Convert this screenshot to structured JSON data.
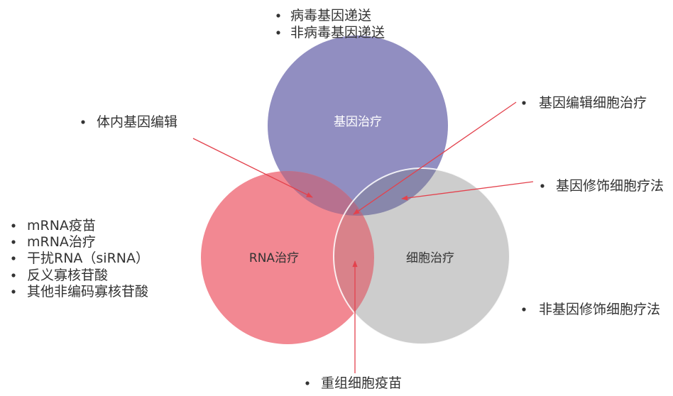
{
  "circles": {
    "gene_therapy": "基因治疗",
    "rna_therapy": "RNA治疗",
    "cell_therapy": "细胞治疗"
  },
  "gene_therapy_items": [
    "病毒基因递送",
    "非病毒基因递送"
  ],
  "rna_therapy_items": [
    "mRNA疫苗",
    "mRNA治疗",
    "干扰RNA（siRNA）",
    "反义寡核苷酸",
    "其他非编码寡核苷酸"
  ],
  "cell_therapy_items": [
    "非基因修饰细胞疗法"
  ],
  "overlap_items": {
    "gene_rna": "体内基因编辑",
    "gene_cell": "基因修饰细胞疗法",
    "rna_cell": "重组细胞疫苗",
    "gene_rna_cell": "基因编辑细胞治疗"
  },
  "colors": {
    "gene_therapy": "#918ec1",
    "rna_therapy": "#f28892",
    "cell_therapy": "#cdcdcd",
    "gene_rna": "#b7718f",
    "gene_cell": "#8887ab",
    "rna_cell": "#d9828a",
    "gene_rna_cell": "#aa6f8b",
    "arrow": "#e3424d",
    "label_on_gene": "#ffffff",
    "text": "#333333",
    "outline": "#ffffff"
  }
}
